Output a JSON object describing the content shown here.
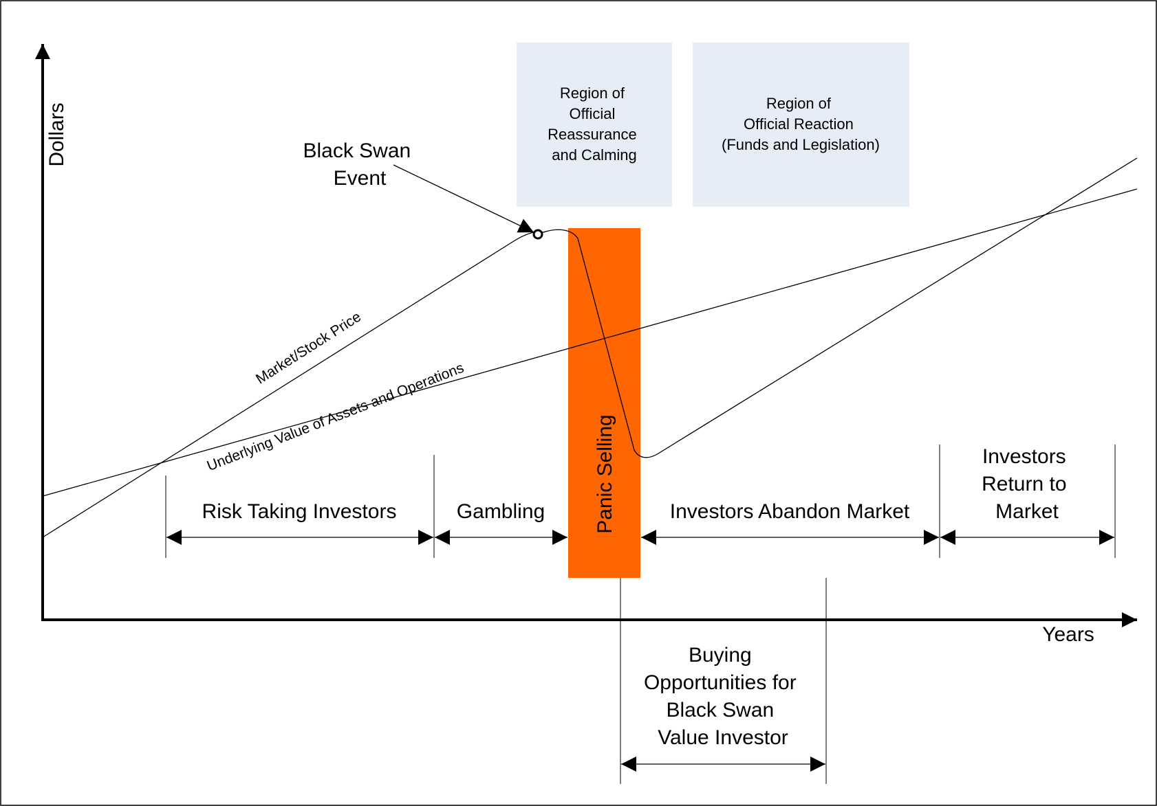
{
  "axes": {
    "y_label": "Dollars",
    "x_label": "Years"
  },
  "lines": {
    "market_price": "Market/Stock Price",
    "underlying_value": "Underlying Value of Assets and Operations"
  },
  "event": {
    "lines": [
      "Black Swan",
      "Event"
    ]
  },
  "regions": {
    "reassurance": {
      "lines": [
        "Region of",
        "Official",
        "Reassurance",
        "and Calming"
      ]
    },
    "reaction": {
      "lines": [
        "Region of",
        "Official Reaction",
        "(Funds and Legislation)"
      ]
    }
  },
  "panic": {
    "label": "Panic Selling"
  },
  "phases": {
    "risk_taking": "Risk Taking Investors",
    "gambling": "Gambling",
    "abandon": "Investors Abandon Market",
    "return": {
      "lines": [
        "Investors",
        "Return to",
        "Market"
      ]
    }
  },
  "opportunity": {
    "lines": [
      "Buying",
      "Opportunities for",
      "Black Swan",
      "Value Investor"
    ]
  },
  "colors": {
    "panic_fill": "#FF6600",
    "region_fill": "#E6EDF7",
    "line": "#000000"
  }
}
